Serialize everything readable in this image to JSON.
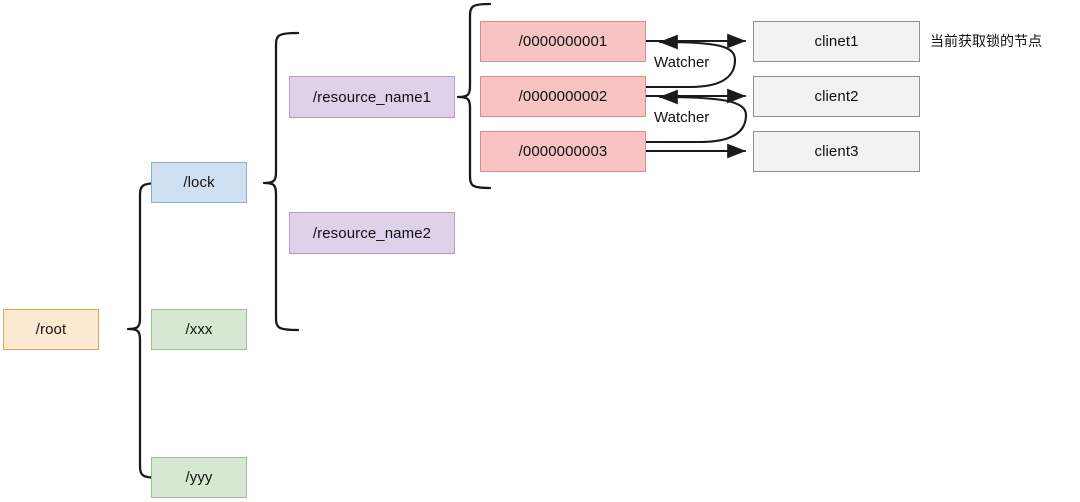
{
  "diagram": {
    "title": "ZooKeeper distributed lock node tree",
    "background": "#ffffff",
    "nodes": {
      "root": {
        "label": "/root",
        "fill": "#fce9d2",
        "border": "#d6a85c"
      },
      "lock": {
        "label": "/lock",
        "fill": "#cfe0f3",
        "border": "#8fadc9"
      },
      "xxx": {
        "label": "/xxx",
        "fill": "#d6e8d2",
        "border": "#9cbf94"
      },
      "yyy": {
        "label": "/yyy",
        "fill": "#d6e8d2",
        "border": "#9cbf94"
      },
      "resource1": {
        "label": "/resource_name1",
        "fill": "#ded1e8",
        "border": "#b49ac8"
      },
      "resource2": {
        "label": "/resource_name2",
        "fill": "#ded1e8",
        "border": "#b49ac8"
      },
      "seq1": {
        "label": "/0000000001",
        "fill": "#f7c3c3",
        "border": "#e08a8a"
      },
      "seq2": {
        "label": "/0000000002",
        "fill": "#f7c3c3",
        "border": "#e08a8a"
      },
      "seq3": {
        "label": "/0000000003",
        "fill": "#f7c3c3",
        "border": "#e08a8a"
      },
      "client1": {
        "label": "clinet1",
        "fill": "#f2f2f2",
        "border": "#8f8f8f"
      },
      "client2": {
        "label": "client2",
        "fill": "#f2f2f2",
        "border": "#8f8f8f"
      },
      "client3": {
        "label": "client3",
        "fill": "#f2f2f2",
        "border": "#8f8f8f"
      }
    },
    "edge_labels": {
      "watcher1": "Watcher",
      "watcher2": "Watcher"
    },
    "annotations": {
      "lock_holder": "当前获取锁的节点"
    }
  }
}
